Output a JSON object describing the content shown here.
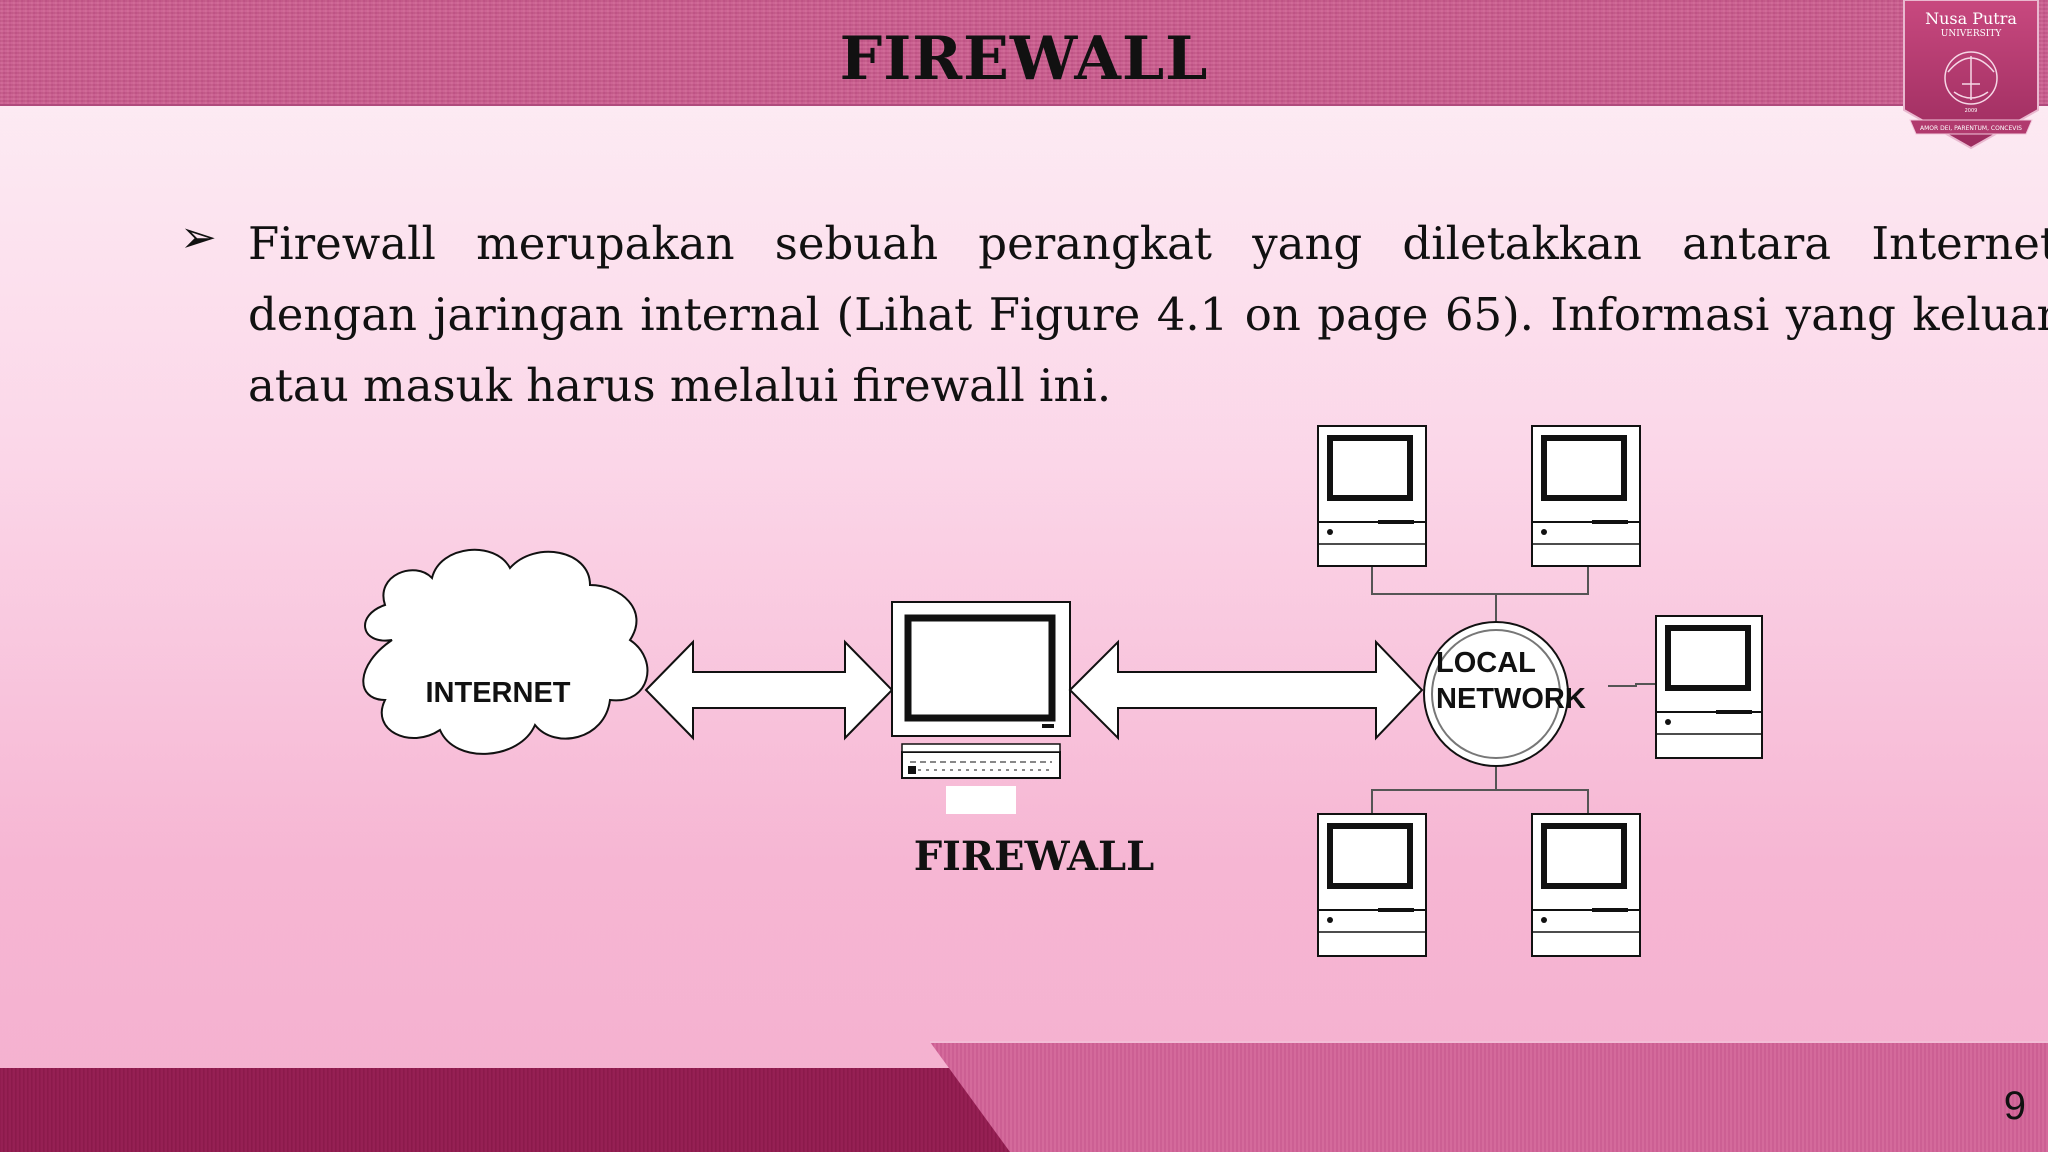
{
  "slide": {
    "title": "FIREWALL",
    "bullet_text": "Firewall merupakan sebuah perangkat yang diletakkan antara Internet dengan jaringan internal (Lihat Figure 4.1 on page 65). Informasi yang keluar atau masuk harus melalui firewall ini.",
    "page_number": "9"
  },
  "logo": {
    "name_line1": "Nusa Putra",
    "name_line2": "UNIVERSITY",
    "motto": "AMOR DEI, PARENTUM, CONCEVIS",
    "year": "2009"
  },
  "diagram": {
    "internet_label": "INTERNET",
    "firewall_label": "FIREWALL",
    "local_network_line1": "LOCAL",
    "local_network_line2": "NETWORK"
  },
  "icons": {
    "bullet": "arrowhead-bullet-icon",
    "cloud": "cloud-icon",
    "computer": "computer-icon",
    "keyboard": "keyboard-icon",
    "hub": "network-hub-icon"
  },
  "colors": {
    "band": "#c85a8c",
    "band_dark": "#8c1a4c",
    "band_light": "#d86b9d",
    "text": "#111111"
  }
}
